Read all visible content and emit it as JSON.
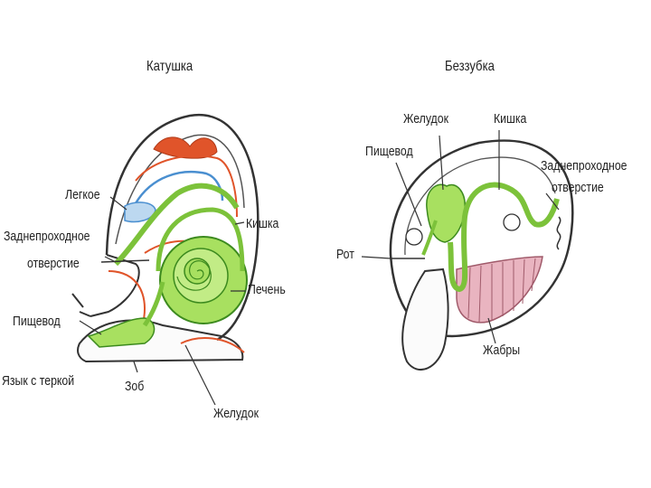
{
  "snail": {
    "title": "Катушка",
    "labels": {
      "lung": "Легкое",
      "anus_line1": "Заднепроходное",
      "anus_line2": "отверстие",
      "intestine": "Кишка",
      "liver": "Печень",
      "esophagus": "Пищевод",
      "tongue": "Язык с теркой",
      "crop": "Зоб",
      "stomach": "Желудок"
    }
  },
  "mussel": {
    "title": "Беззубка",
    "labels": {
      "stomach": "Желудок",
      "intestine": "Кишка",
      "esophagus": "Пищевод",
      "anus_line1": "Заднепроходное",
      "anus_line2": "отверстие",
      "mouth": "Рот",
      "gills": "Жабры"
    }
  },
  "colors": {
    "digestive": "#a8e060",
    "digestive_dark": "#3c8a1e",
    "circulatory_red": "#e0542a",
    "circulatory_blue": "#4a8fd0",
    "gills": "#e9b4c0",
    "outline": "#333333"
  }
}
